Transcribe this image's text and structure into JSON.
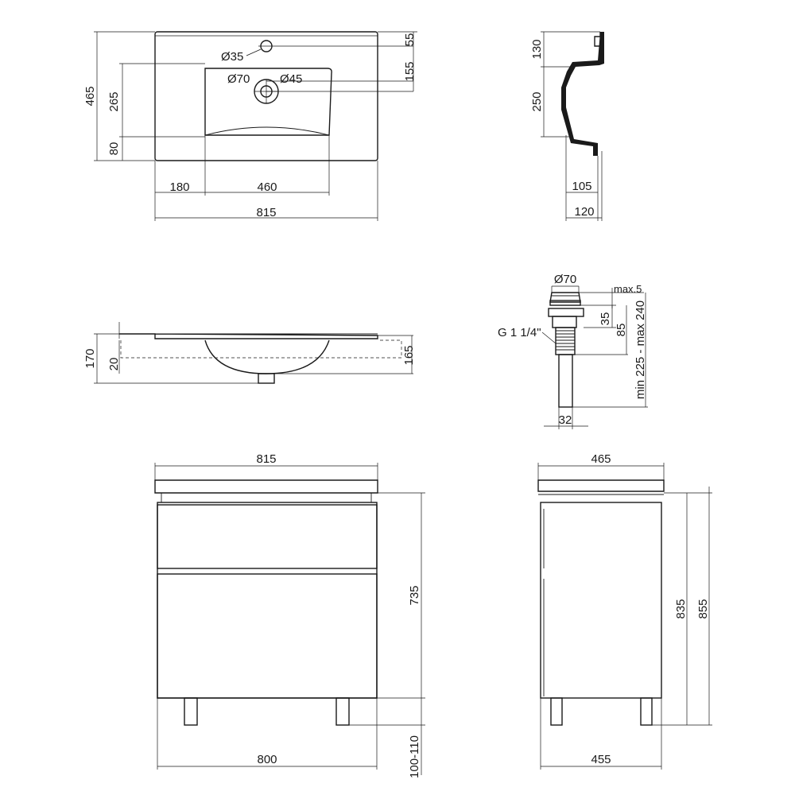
{
  "top_view": {
    "overall_depth": "465",
    "bowl_length": "265",
    "front_offset": "80",
    "tap_hole_offset": "55",
    "drain_offset": "155",
    "left_offset": "180",
    "bowl_width": "460",
    "overall_width": "815",
    "tap_hole_diameter": "Ø35",
    "drain_diameter_outer": "Ø70",
    "drain_diameter_inner": "Ø45"
  },
  "side_section": {
    "back_height": "130",
    "bowl_height": "250",
    "drain_depth": "105",
    "drain_width": "120"
  },
  "front_section": {
    "total_height": "170",
    "rim_height": "20",
    "bowl_height": "165"
  },
  "waste": {
    "cap_diameter": "Ø70",
    "cap_max": "max.5",
    "thread_label": "G 1 1/4\"",
    "cap_height": "35",
    "body_height": "85",
    "pipe_length": "min 225 - max 240",
    "pipe_diameter": "32"
  },
  "cabinet_front": {
    "top_width": "815",
    "body_height": "735",
    "leg_height": "100-110",
    "cabinet_width": "800"
  },
  "cabinet_side": {
    "top_depth": "465",
    "total_height_inner": "835",
    "total_height_outer": "855",
    "cabinet_depth": "455"
  }
}
